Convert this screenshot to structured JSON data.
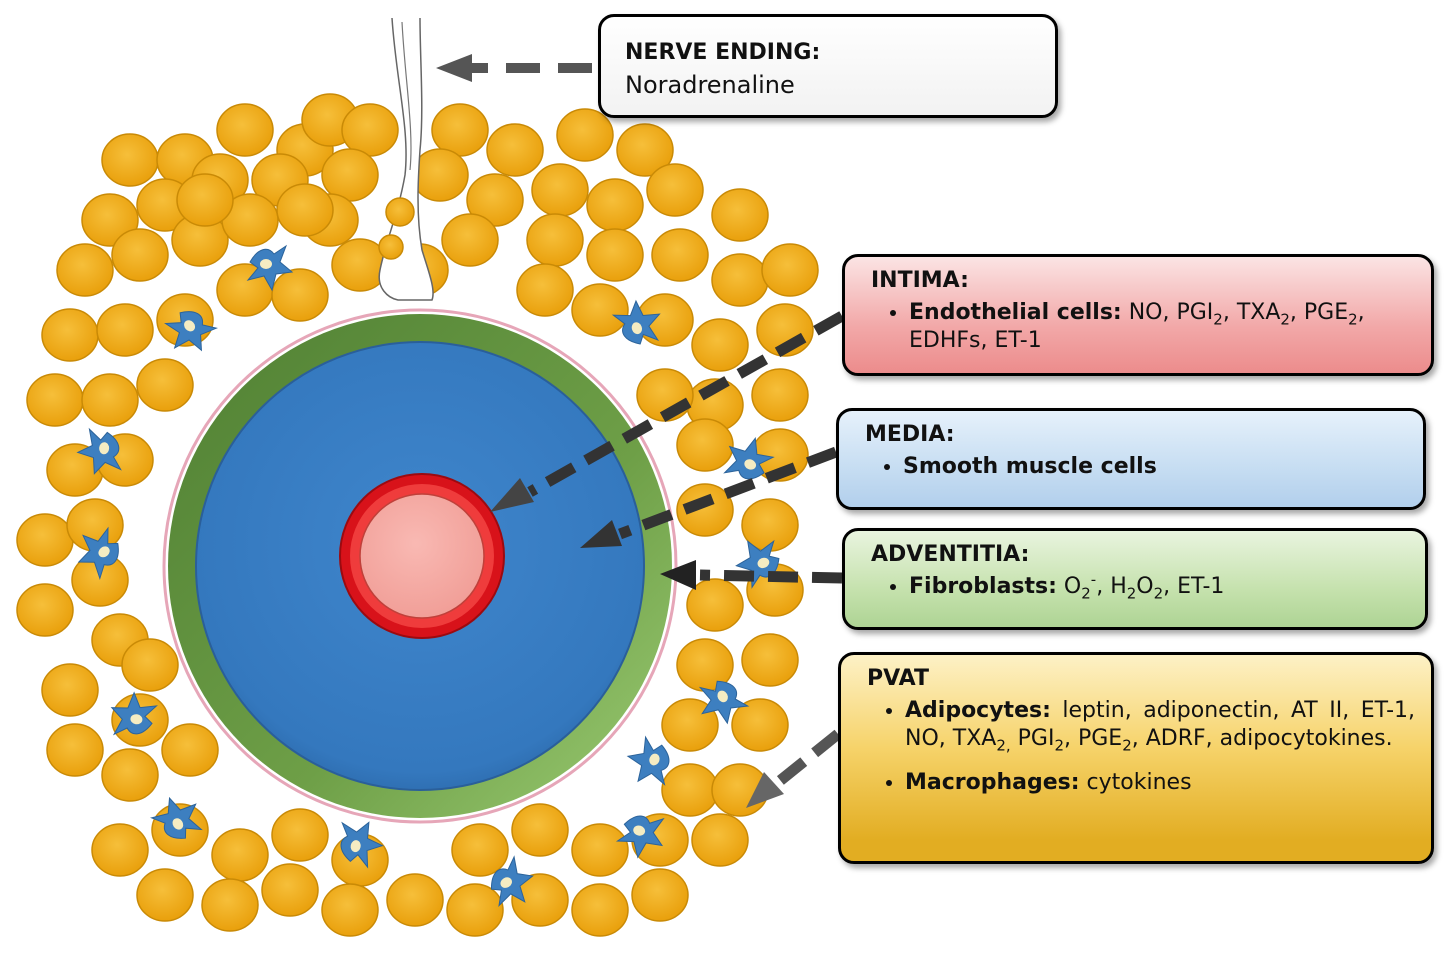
{
  "nerve": {
    "title": "NERVE ENDING:",
    "text": "Noradrenaline"
  },
  "intima": {
    "title": "INTIMA:",
    "bullet_label": "Endothelial cells:",
    "item_1": " NO, PGI",
    "item_1_sub": "2",
    "item_2": ", TXA",
    "item_2_sub": "2",
    "item_3": ", PGE",
    "item_3_sub": "2",
    "item_4": ", EDHFs, ET-1"
  },
  "media": {
    "title": "MEDIA:",
    "bullet_label": "Smooth muscle cells"
  },
  "adventitia": {
    "title": "ADVENTITIA:",
    "bullet_label": "Fibroblasts:",
    "o2": " O",
    "o2_sub": "2",
    "o2_sup": "-",
    "h2o2_a": ", H",
    "h2o2_sub1": "2",
    "h2o2_b": "O",
    "h2o2_sub2": "2",
    "rest": ", ET-1"
  },
  "pvat": {
    "title": "PVAT",
    "adipocytes_label": "Adipocytes:",
    "adipo_1": " leptin, adiponectin, AT II, ET-1, NO, TXA",
    "adipo_1_sub": "2,",
    "adipo_2": " PGI",
    "adipo_2_sub": "2",
    "adipo_3": ", PGE",
    "adipo_3_sub": "2",
    "adipo_4": ", ADRF, adipocytokines.",
    "macrophages_label": "Macrophages:",
    "macrophages_text": " cytokines"
  },
  "colors": {
    "adipocyte": "#f0ad16",
    "adipocyte_edge": "#c98a06",
    "macrophage": "#3d7fc0",
    "adventitia": "#6a9c44",
    "media": "#3a82c8",
    "intima_ring": "#d8121a",
    "lumen": "#f5aaa4"
  }
}
